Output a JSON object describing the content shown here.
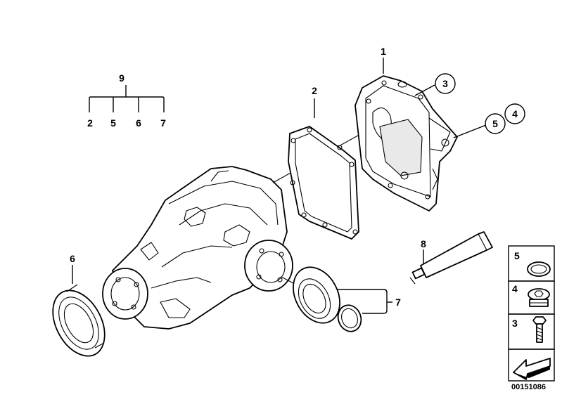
{
  "diagram": {
    "group_label": "9",
    "group_members": [
      "2",
      "5",
      "6",
      "7"
    ],
    "callouts": {
      "cover": "1",
      "gasket": "2",
      "bolt_circle": "3",
      "plug_circle": "4",
      "ring_circle": "5",
      "left_seal": "6",
      "right_seal": "7",
      "sealant": "8"
    },
    "side_panel": [
      {
        "number": "5",
        "icon": "sealing-ring-icon"
      },
      {
        "number": "4",
        "icon": "screw-plug-icon"
      },
      {
        "number": "3",
        "icon": "hex-bolt-icon"
      }
    ],
    "diagram_id": "00151086"
  }
}
